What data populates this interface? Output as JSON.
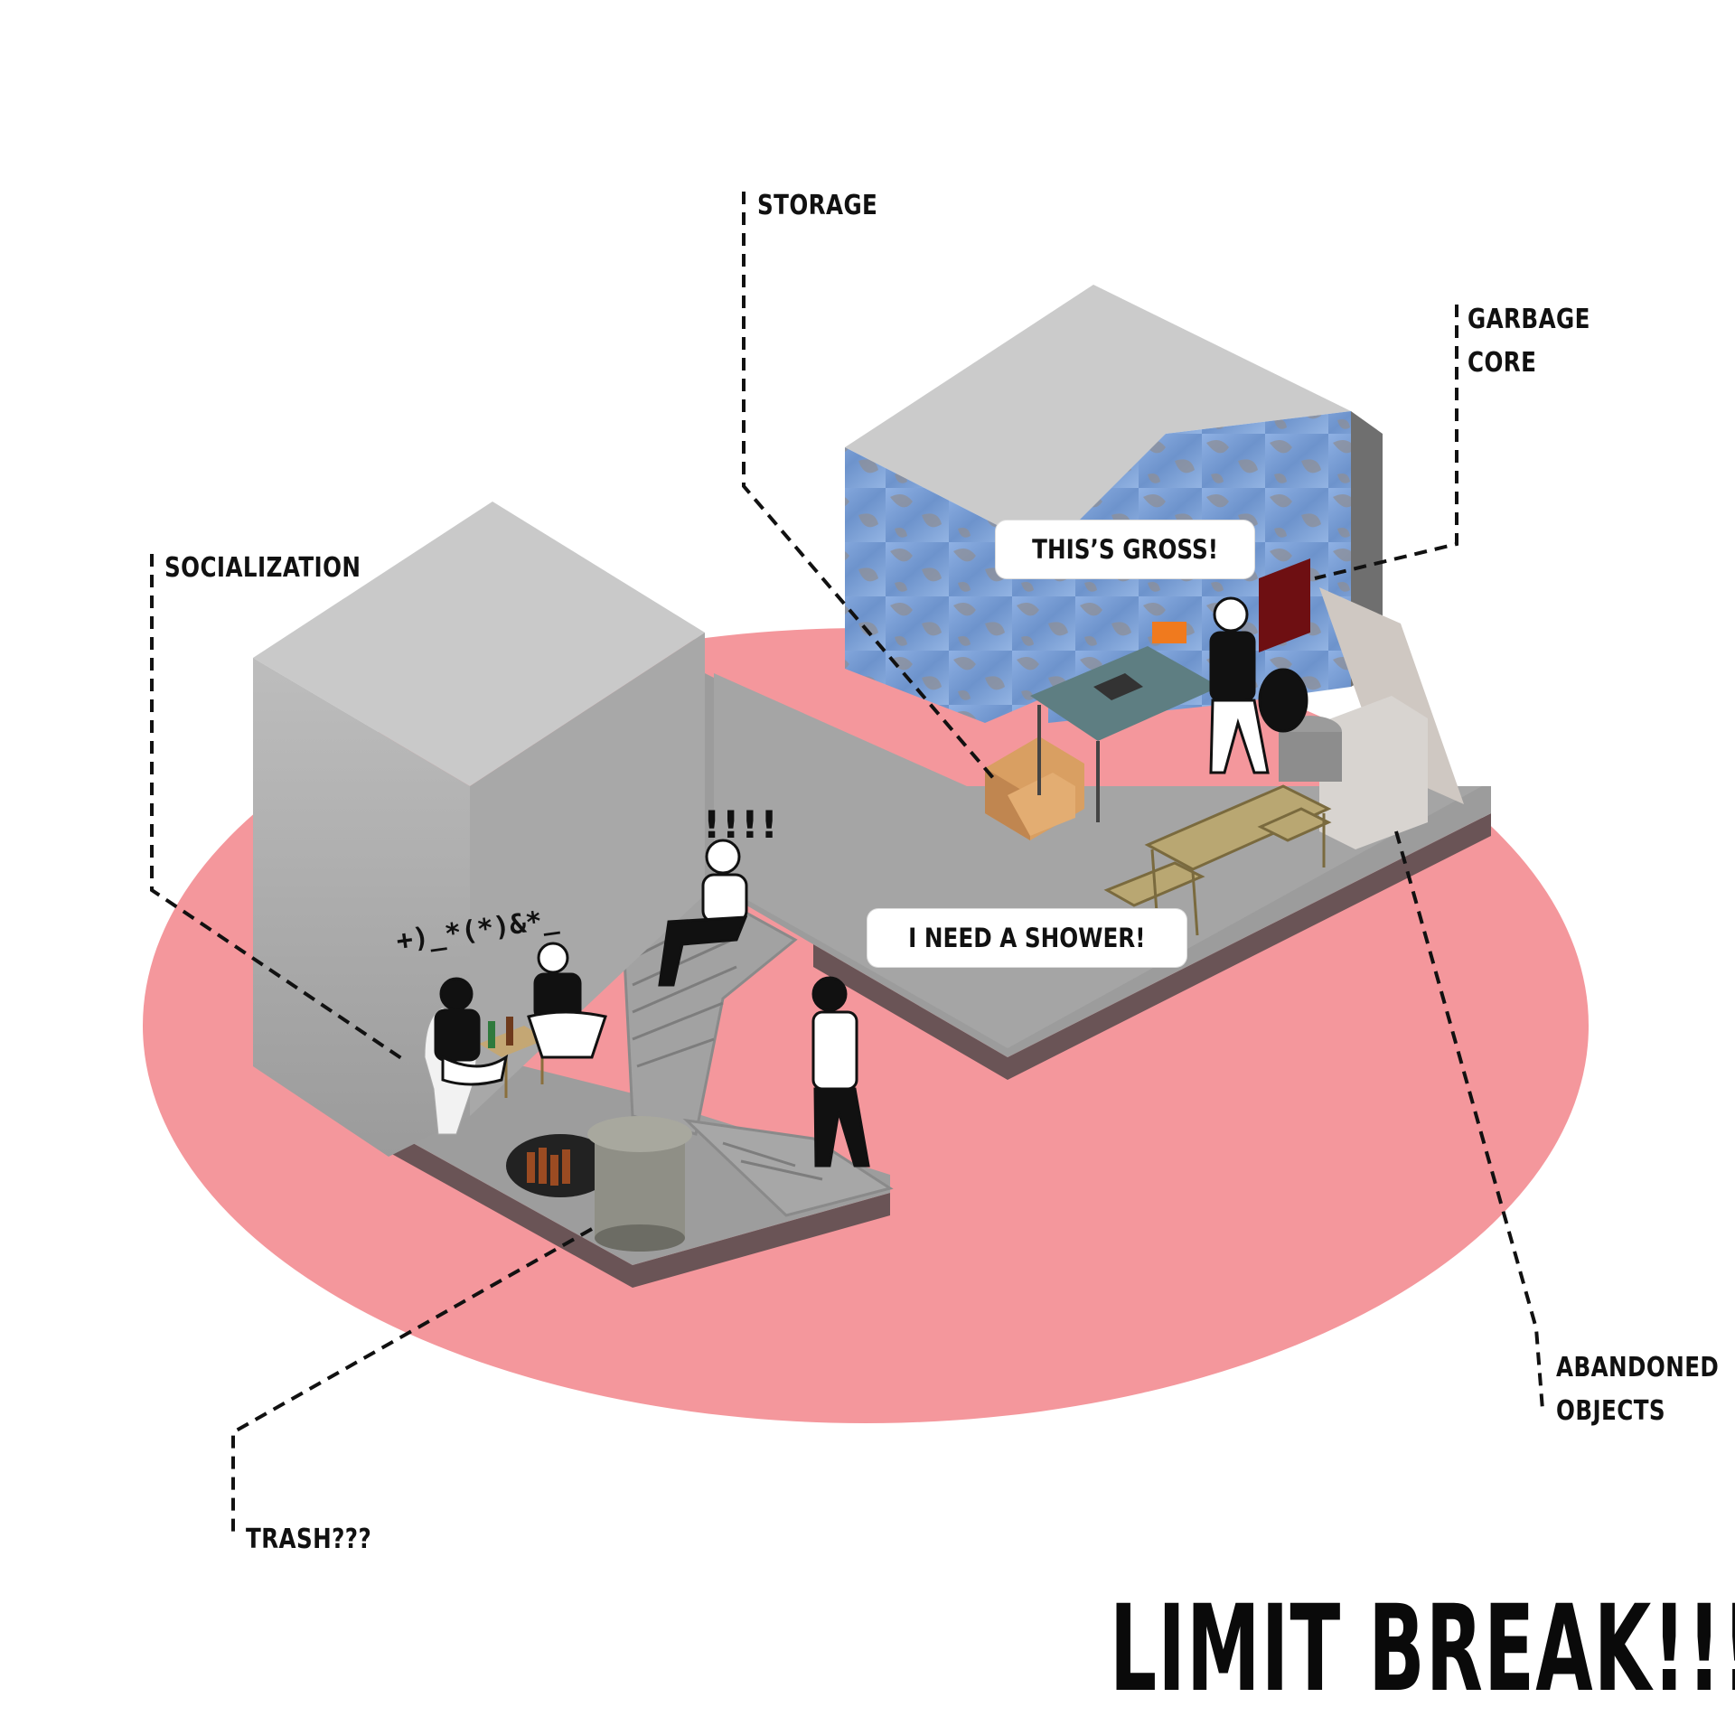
{
  "labels": {
    "storage": "STORAGE",
    "garbage_core_line1": "GARBAGE",
    "garbage_core_line2": "CORE",
    "socialization": "SOCIALIZATION",
    "abandoned_line1": "ABANDONED",
    "abandoned_line2": "OBJECTS",
    "trash": "TRASH???"
  },
  "bubbles": {
    "gross": "THIS’S GROSS!",
    "shower": "I NEED A SHOWER!"
  },
  "scribbles": {
    "curse": "+)_*(*)&*_",
    "exclaim": "!!!!"
  },
  "title": "LIMIT BREAK!!!",
  "colors": {
    "ground_disc": "#f4979c",
    "concrete": "#b9b9b9",
    "concrete_dark": "#8e8e8e",
    "paint_blue": "#7aa0d8",
    "shadow": "#6a5456",
    "door_red": "#6e0f12",
    "toolbox_orange": "#f07a1e"
  }
}
